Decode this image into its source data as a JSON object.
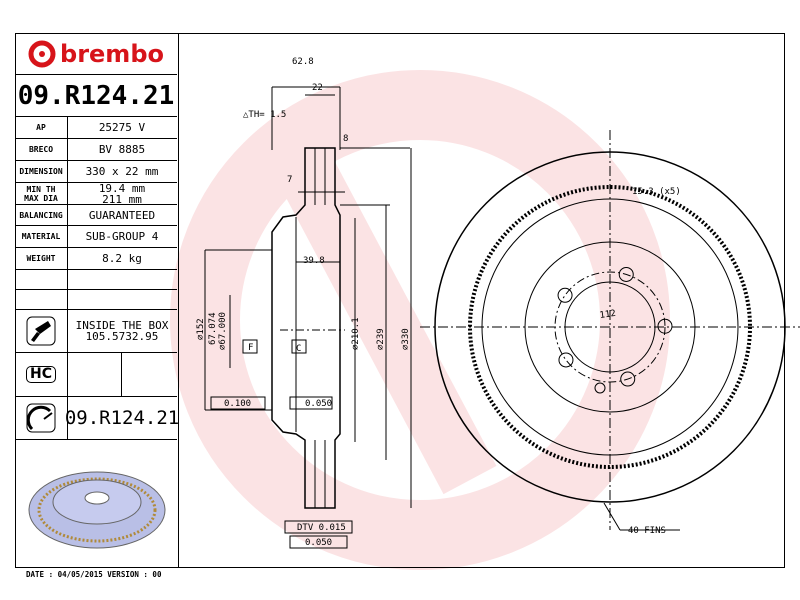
{
  "brand": "brembo",
  "part_number": "09.R124.21",
  "specs": [
    {
      "label": "AP",
      "value": "25275 V"
    },
    {
      "label": "BRECO",
      "value": "BV 8885"
    },
    {
      "label": "DIMENSION",
      "value": "330 x 22 mm"
    },
    {
      "label": "MIN TH\nMAX DIA",
      "value": "19.4 mm\n211 mm"
    },
    {
      "label": "BALANCING",
      "value": "GUARANTEED"
    },
    {
      "label": "MATERIAL",
      "value": "SUB-GROUP 4"
    },
    {
      "label": "WEIGHT",
      "value": "8.2 kg"
    }
  ],
  "inside_box": {
    "label": "INSIDE THE BOX",
    "value": "105.5732.95"
  },
  "hc_label": "HC",
  "coating_part_number": "09.R124.21",
  "footer": "DATE : 04/05/2015 VERSION : 00",
  "drawing": {
    "width_total": "62.8",
    "thickness": "22",
    "delta_th": "△TH= 1.5",
    "vane": "8",
    "hat_offset": "7",
    "hat_depth": "39.8",
    "d152": "∅152",
    "d67a": "67.074",
    "d67b": "∅67.000",
    "d210": "∅210.1",
    "d239": "∅239",
    "d330": "∅330",
    "datum_f": "F",
    "datum_c": "C",
    "tol_parallel": "0.100",
    "tol_flat": "0.050",
    "dtv": "DTV 0.015",
    "runout": "0.050",
    "bolt_hole": "15.3 (x5)",
    "pcd": "112",
    "fins": "40 FINS"
  },
  "colors": {
    "brand_red": "#d7141a",
    "watermark": "#fbe3e4",
    "disc": "#b9bfe6"
  }
}
